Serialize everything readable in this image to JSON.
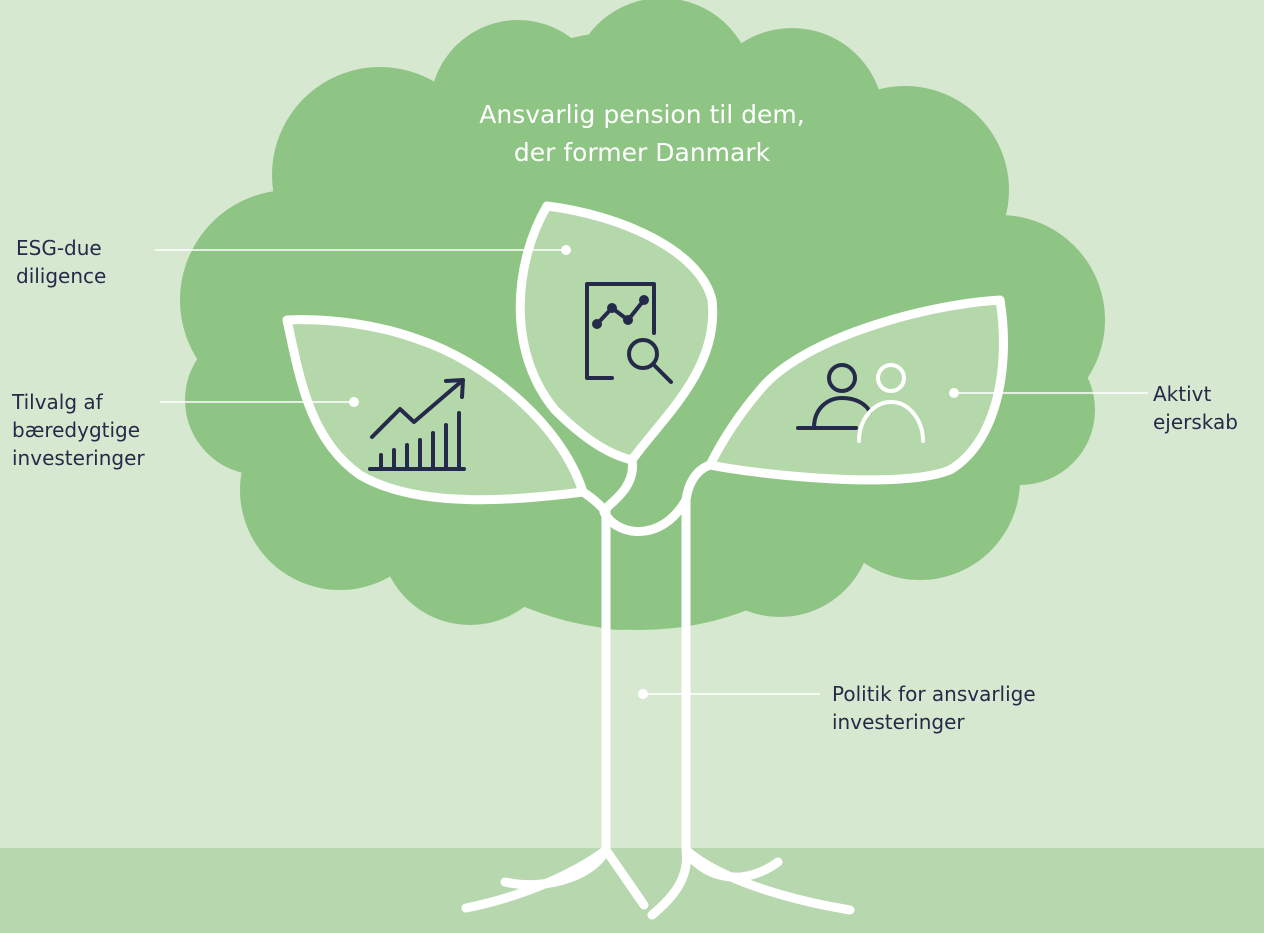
{
  "diagram": {
    "title": "Ansvarlig pension til dem,\nder former Danmark",
    "labels": {
      "esg": "ESG-due\ndiligence",
      "tilvalg": "Tilvalg af\nbæredygtige\ninvesteringer",
      "aktivt": "Aktivt\nejerskab",
      "politik": "Politik for ansvarlige\ninvesteringer"
    },
    "icons": {
      "esg": "document-chart-search-icon",
      "tilvalg": "growth-bar-chart-icon",
      "aktivt": "two-people-icon"
    }
  },
  "colors": {
    "background": "#d6e8d0",
    "ground": "#b7d8ae",
    "crown": "#8fc584",
    "leaf_fill": "#b5d8ab",
    "outline": "#ffffff",
    "ink": "#262a4a"
  }
}
